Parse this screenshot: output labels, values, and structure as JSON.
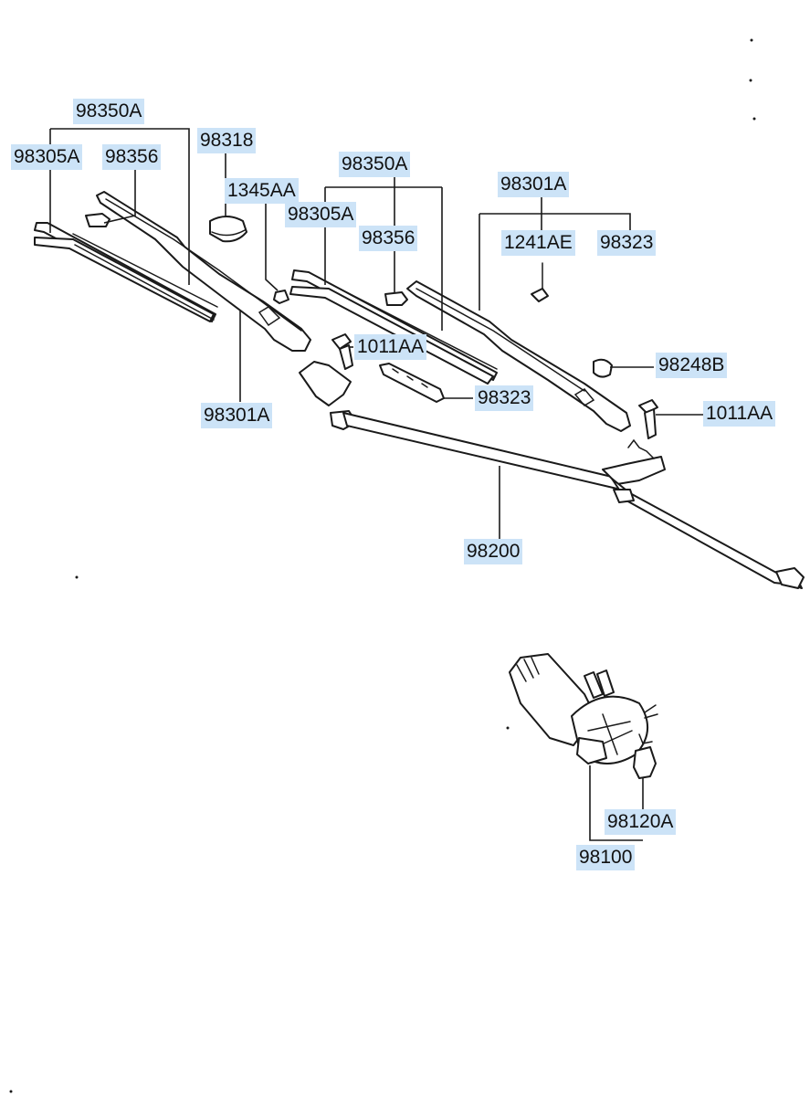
{
  "labels": {
    "blade_assy_left": "98350A",
    "blade_insert_left": "98305A",
    "blade_clip_left": "98356",
    "cap_large": "98318",
    "cap_small": "1345AA",
    "arm_left": "98301A",
    "blade_assy_right": "98350A",
    "blade_insert_right": "98305A",
    "blade_clip_right": "98356",
    "nut_left": "1011AA",
    "bracket_center": "98323",
    "arm_right": "98301A",
    "screw": "1241AE",
    "bracket_right": "98323",
    "grommet": "98248B",
    "nut_right": "1011AA",
    "linkage": "98200",
    "motor_connector": "98120A",
    "motor_assy": "98100"
  }
}
